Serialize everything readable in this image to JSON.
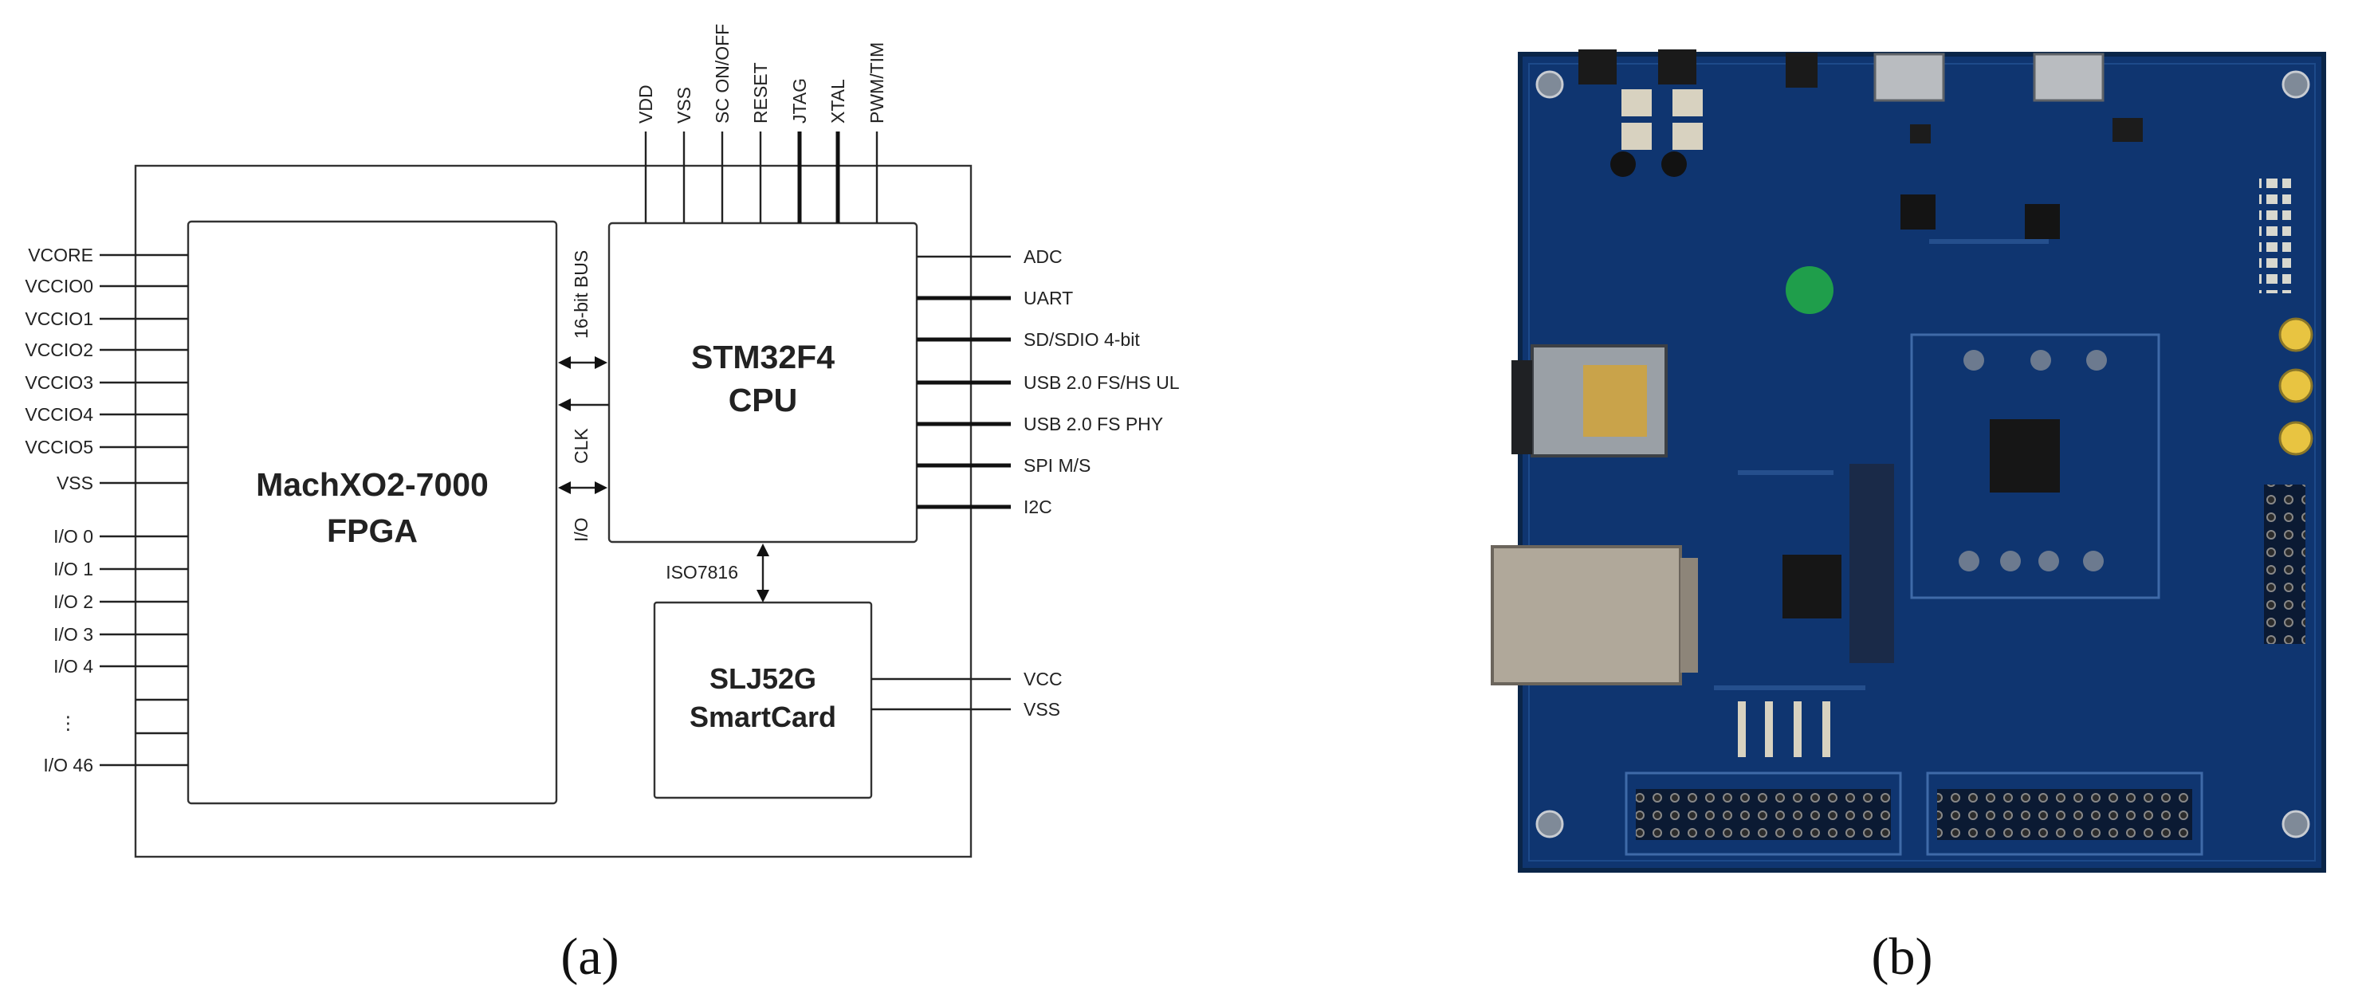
{
  "diagram": {
    "fpga": {
      "line1": "MachXO2-7000",
      "line2": "FPGA"
    },
    "cpu": {
      "line1": "STM32F4",
      "line2": "CPU"
    },
    "smartcard": {
      "line1": "SLJ52G",
      "line2": "SmartCard"
    },
    "left_pins": [
      "VCORE",
      "VCCIO0",
      "VCCIO1",
      "VCCIO2",
      "VCCIO3",
      "VCCIO4",
      "VCCIO5",
      "VSS",
      "I/O 0",
      "I/O 1",
      "I/O 2",
      "I/O 3",
      "I/O 4",
      "I/O 46"
    ],
    "top_pins": [
      "VDD",
      "VSS",
      "SC ON/OFF",
      "RESET",
      "JTAG",
      "XTAL",
      "PWM/TIM"
    ],
    "right_pins": [
      "ADC",
      "UART",
      "SD/SDIO 4-bit",
      "USB 2.0 FS/HS UL",
      "USB 2.0 FS  PHY",
      "SPI M/S",
      "I2C"
    ],
    "bus_labels": {
      "bus16": "16-bit  BUS",
      "clk": "CLK",
      "io": "I/O"
    },
    "iso_label": "ISO7816",
    "smartcard_pins": [
      "VCC",
      "VSS"
    ]
  },
  "captions": {
    "a": "(a)",
    "b": "(b)"
  },
  "colors": {
    "pcb": "#0f3570",
    "pcb_edge": "#0a2548",
    "line": "#222222"
  }
}
